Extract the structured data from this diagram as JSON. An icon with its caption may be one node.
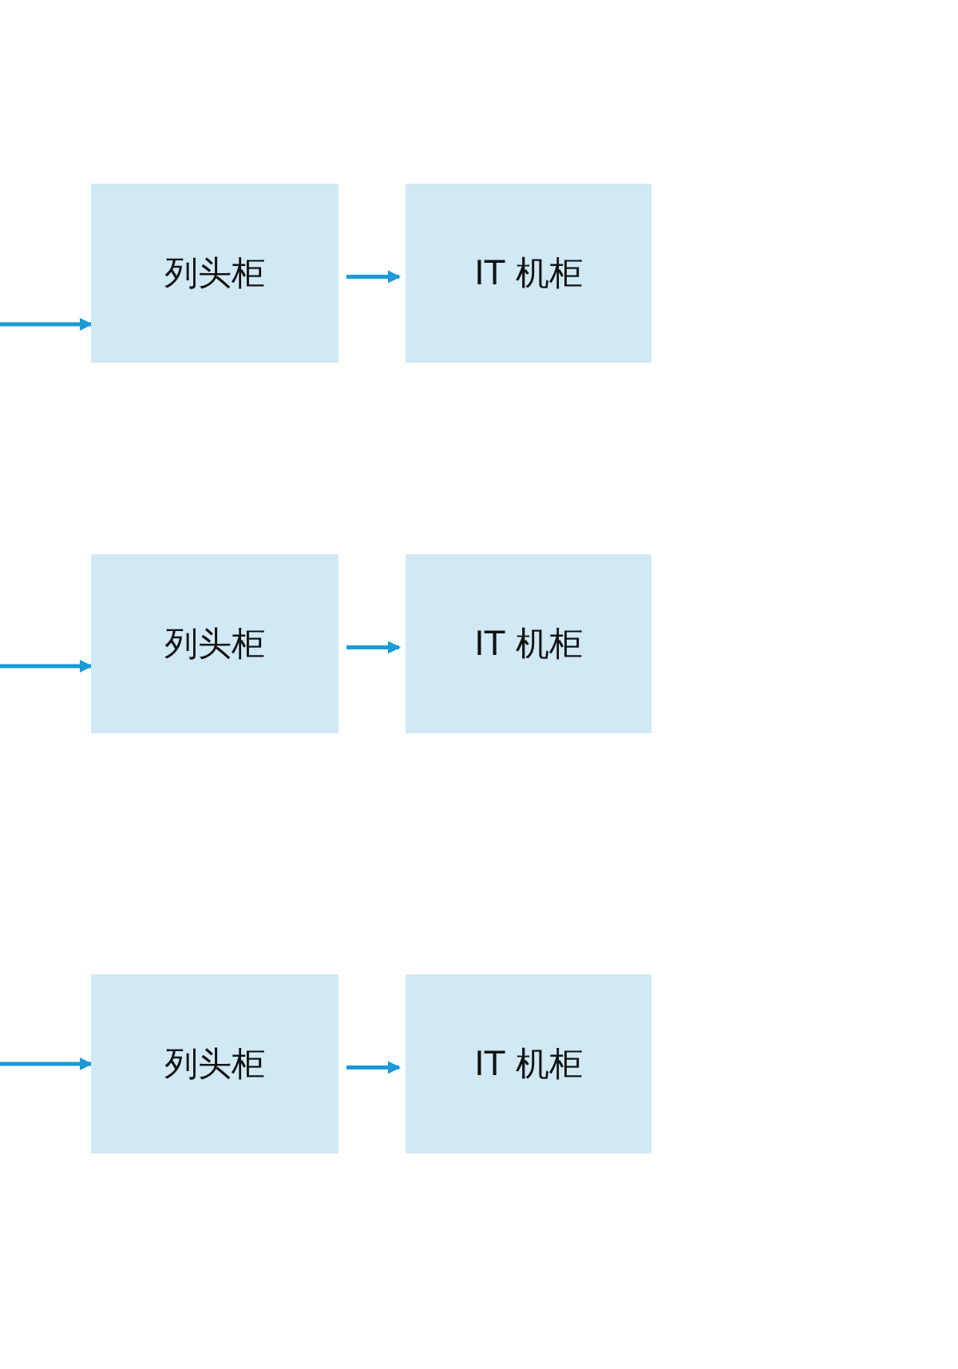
{
  "diagram": {
    "nodes": [
      {
        "text": [
          "列头柜"
        ]
      },
      {
        "text": [
          "IT 机柜"
        ]
      },
      {
        "text": [
          "列头柜"
        ]
      },
      {
        "text": [
          "IT 机柜"
        ]
      },
      {
        "text": [
          "列头柜"
        ]
      },
      {
        "text": [
          "IT 机柜"
        ]
      }
    ],
    "edges": [
      {
        "from": null,
        "to": 0,
        "arrow": "to"
      },
      {
        "from": 0,
        "to": 1,
        "arrow": "to"
      },
      {
        "from": null,
        "to": 2,
        "arrow": "to"
      },
      {
        "from": 2,
        "to": 3,
        "arrow": "to"
      },
      {
        "from": null,
        "to": 4,
        "arrow": "to"
      },
      {
        "from": 4,
        "to": 5,
        "arrow": "to"
      }
    ]
  }
}
